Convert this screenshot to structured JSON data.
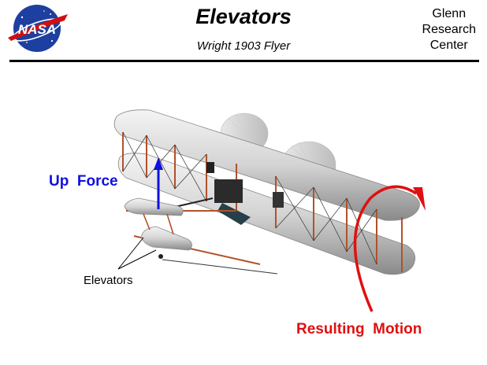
{
  "header": {
    "title": "Elevators",
    "subtitle": "Wright 1903 Flyer",
    "logo_text": "NASA",
    "org_lines": [
      "Glenn",
      "Research",
      "Center"
    ]
  },
  "labels": {
    "up_force": "Up  Force",
    "resulting_motion": "Resulting  Motion",
    "elevators": "Elevators"
  },
  "colors": {
    "up_force": "#1010e0",
    "motion": "#e01010",
    "frame": "#b0522a",
    "wing": "#cfcfcf",
    "logo_blue": "#1d3fa0",
    "logo_red": "#d01010"
  },
  "icons": {
    "logo": "nasa-meatball-icon",
    "force_arrow": "up-arrow-icon",
    "rotation_arrow": "curved-arrow-icon"
  }
}
